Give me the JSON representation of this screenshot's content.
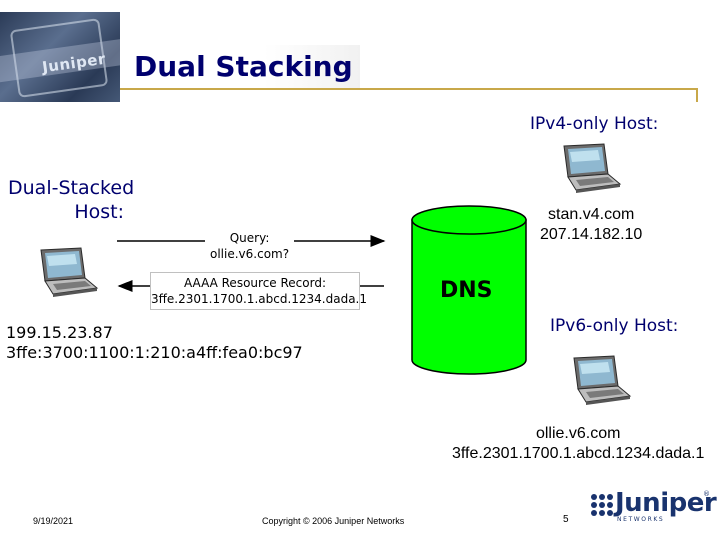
{
  "slide": {
    "title": "Dual Stacking",
    "logo_text": "Juniper"
  },
  "hosts": {
    "ipv4_label": "IPv4-only Host:",
    "dual_label_line1": "Dual-Stacked",
    "dual_label_line2": "Host:",
    "ipv6_label": "IPv6-only Host:",
    "stan_name": "stan.v4.com",
    "stan_ip": "207.14.182.10",
    "dual_ipv4": "199.15.23.87",
    "dual_ipv6": "3ffe:3700:1100:1:210:a4ff:fea0:bc97",
    "ollie_name": "ollie.v6.com",
    "ollie_ip": "3ffe.2301.1700.1.abcd.1234.dada.1"
  },
  "messages": {
    "query_line1": "Query:",
    "query_line2": "ollie.v6.com?",
    "aaaa_line1": "AAAA Resource Record:",
    "aaaa_line2": "3ffe.2301.1700.1.abcd.1234.dada.1"
  },
  "dns": {
    "label": "DNS",
    "color": "#00ff00"
  },
  "footer": {
    "date": "9/19/2021",
    "copyright": "Copyright © 2006 Juniper Networks",
    "page": "5",
    "logo_word": "Juniper",
    "logo_sub": "NETWORKS",
    "logo_reg": "®"
  },
  "colors": {
    "title": "#00006e",
    "rule": "#c8a84a",
    "brand": "#19336e"
  }
}
